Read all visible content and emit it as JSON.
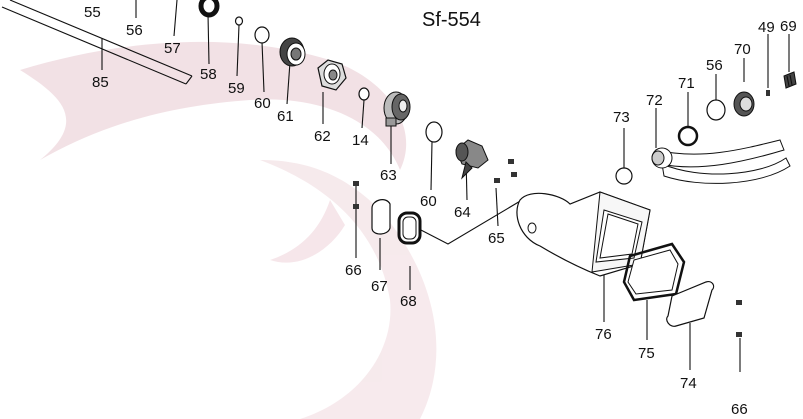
{
  "title": "Sf-554",
  "colors": {
    "watermark": "#e8c9d0",
    "ink": "#111111"
  },
  "callouts": {
    "c55": "55",
    "c56a": "56",
    "c57": "57",
    "c85": "85",
    "c58": "58",
    "c59": "59",
    "c60a": "60",
    "c61": "61",
    "c62": "62",
    "c14": "14",
    "c63": "63",
    "c60b": "60",
    "c64": "64",
    "c65": "65",
    "c66a": "66",
    "c67": "67",
    "c68": "68",
    "c76": "76",
    "c75": "75",
    "c74": "74",
    "c66b": "66",
    "c73": "73",
    "c72": "72",
    "c71": "71",
    "c56b": "56",
    "c70": "70",
    "c49": "49",
    "c69": "69"
  }
}
